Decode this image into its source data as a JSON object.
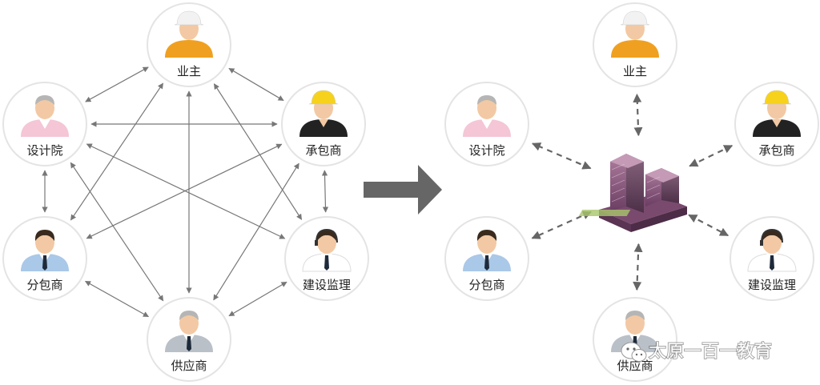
{
  "diagram": {
    "left_nodes": [
      {
        "id": "owner",
        "label": "业主",
        "avatar": "hardhat-orange"
      },
      {
        "id": "design",
        "label": "设计院",
        "avatar": "pink-shirt"
      },
      {
        "id": "contractor",
        "label": "承包商",
        "avatar": "hardhat-yellow-woman"
      },
      {
        "id": "subcontractor",
        "label": "分包商",
        "avatar": "blue-shirt"
      },
      {
        "id": "supervisor",
        "label": "建设监理",
        "avatar": "headset"
      },
      {
        "id": "supplier",
        "label": "供应商",
        "avatar": "gray-suit"
      }
    ],
    "right_nodes": [
      {
        "id": "owner",
        "label": "业主",
        "avatar": "hardhat-orange"
      },
      {
        "id": "design",
        "label": "设计院",
        "avatar": "pink-shirt"
      },
      {
        "id": "contractor",
        "label": "承包商",
        "avatar": "hardhat-yellow-woman"
      },
      {
        "id": "subcontractor",
        "label": "分包商",
        "avatar": "blue-shirt"
      },
      {
        "id": "supervisor",
        "label": "建设监理",
        "avatar": "headset"
      },
      {
        "id": "supplier",
        "label": "供应商",
        "avatar": "gray-suit"
      }
    ],
    "left_edges": [
      [
        "owner",
        "design"
      ],
      [
        "owner",
        "contractor"
      ],
      [
        "owner",
        "subcontractor"
      ],
      [
        "owner",
        "supervisor"
      ],
      [
        "owner",
        "supplier"
      ],
      [
        "design",
        "contractor"
      ],
      [
        "design",
        "subcontractor"
      ],
      [
        "design",
        "supervisor"
      ],
      [
        "design",
        "supplier"
      ],
      [
        "contractor",
        "subcontractor"
      ],
      [
        "contractor",
        "supervisor"
      ],
      [
        "contractor",
        "supplier"
      ],
      [
        "subcontractor",
        "supplier"
      ],
      [
        "supervisor",
        "supplier"
      ]
    ],
    "right_hub": {
      "id": "bim-model",
      "icon": "building-model-icon"
    },
    "arrow_icon": "right-arrow-icon",
    "colors": {
      "edge": "#777777",
      "circle_fill": "#ffffff",
      "circle_stroke": "#e4e4e4",
      "big_arrow": "#666666",
      "orange": "#f0a020",
      "yellow": "#f7d21c",
      "pink": "#f4c6d6",
      "blue": "#aac8e8",
      "gray_suit": "#b9c0c8"
    }
  },
  "watermark": {
    "text": "太原一百一教育",
    "icon": "wechat-icon"
  }
}
